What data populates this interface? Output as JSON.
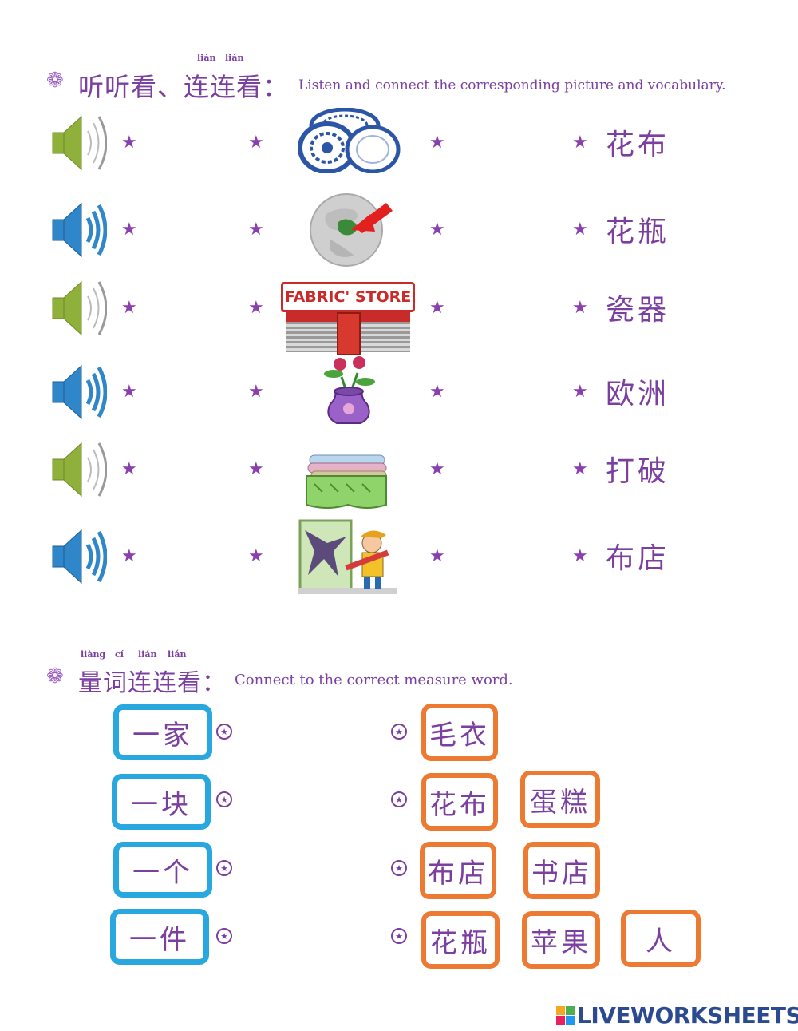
{
  "section1": {
    "pinyin": [
      "lián",
      "lián"
    ],
    "title_cn": "听听看、连连看：",
    "title_en": "Listen and connect the corresponding picture and vocabulary.",
    "speakers": [
      {
        "icon": "speaker-icon",
        "color": "#8fb03a"
      },
      {
        "icon": "speaker-icon",
        "color": "#2f86c8"
      },
      {
        "icon": "speaker-icon",
        "color": "#8fb03a"
      },
      {
        "icon": "speaker-icon",
        "color": "#2f86c8"
      },
      {
        "icon": "speaker-icon",
        "color": "#8fb03a"
      },
      {
        "icon": "speaker-icon",
        "color": "#2f86c8"
      }
    ],
    "pictures": [
      "porcelain-plates",
      "globe-europe",
      "fabric-store",
      "flower-vase",
      "fabric-rolls",
      "broken-window"
    ],
    "store_sign": "FABRIC' STORE",
    "words": [
      "花布",
      "花瓶",
      "瓷器",
      "欧洲",
      "打破",
      "布店"
    ],
    "star_symbol": "★"
  },
  "section2": {
    "pinyin": [
      "liàng",
      "cí",
      "lián",
      "lián"
    ],
    "title_cn": "量词连连看：",
    "title_en": "Connect to the correct measure word.",
    "measure_words": [
      "一家",
      "一块",
      "一个",
      "一件"
    ],
    "nouns_row1": [
      "毛衣"
    ],
    "nouns_row2": [
      "花布",
      "蛋糕"
    ],
    "nouns_row3": [
      "布店",
      "书店"
    ],
    "nouns_row4": [
      "花瓶",
      "苹果",
      "人"
    ]
  },
  "colors": {
    "accent": "#7b3fa0",
    "blue_box": "#29a8e0",
    "orange_box": "#ec7a33"
  },
  "footer": {
    "brand": "LIVEWORKSHEETS"
  }
}
